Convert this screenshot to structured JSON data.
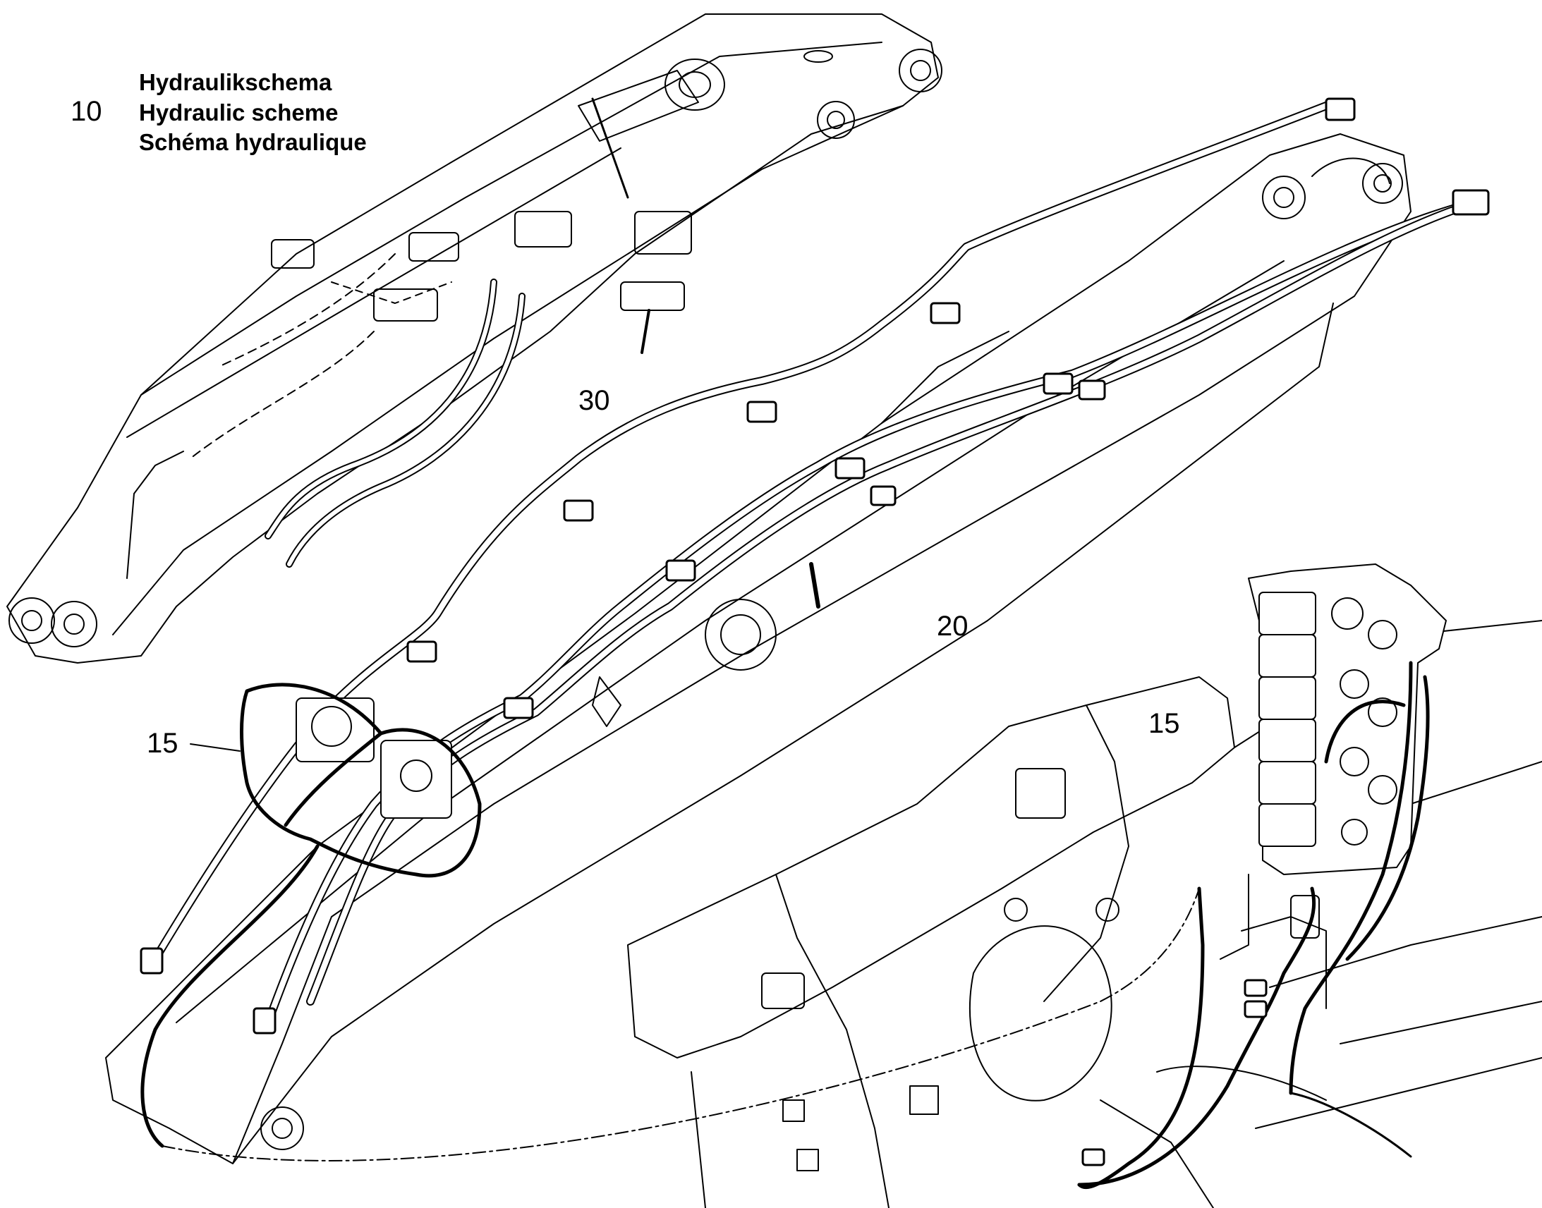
{
  "title_block": {
    "number": "10",
    "lines": [
      "Hydraulikschema",
      "Hydraulic scheme",
      "Schéma hydraulique"
    ]
  },
  "callouts": {
    "upper_boom": "30",
    "main_boom": "20",
    "valve_detail": "15",
    "valve_block": "15"
  },
  "colors": {
    "line": "#000000",
    "background": "#ffffff"
  }
}
